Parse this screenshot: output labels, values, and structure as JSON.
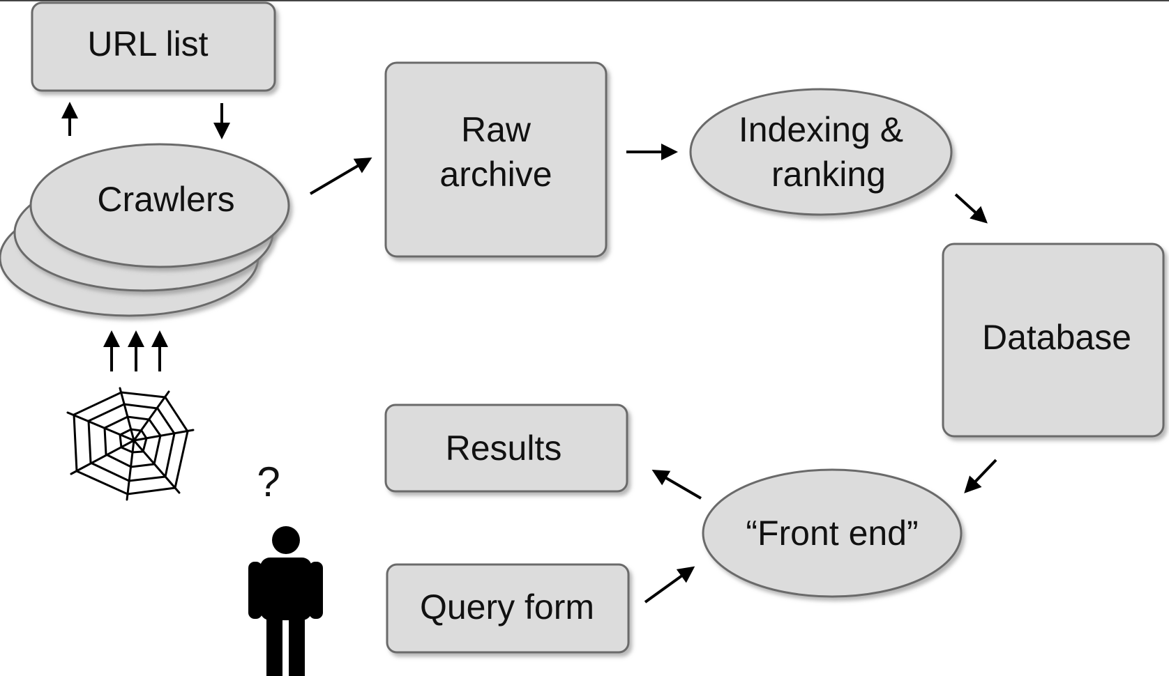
{
  "nodes": {
    "url_list": "URL list",
    "crawlers": "Crawlers",
    "raw_archive": [
      "Raw",
      "archive"
    ],
    "indexing_ranking": [
      "Indexing &",
      "ranking"
    ],
    "database": "Database",
    "results": "Results",
    "front_end": "“Front end”",
    "query_form": "Query form"
  },
  "person_question": "?",
  "icons": [
    "spider-web-icon",
    "person-icon",
    "arrow-icon"
  ],
  "colors": {
    "node_fill": "#dcdcdc",
    "node_stroke": "#6a6a6a",
    "ink": "#000000"
  }
}
